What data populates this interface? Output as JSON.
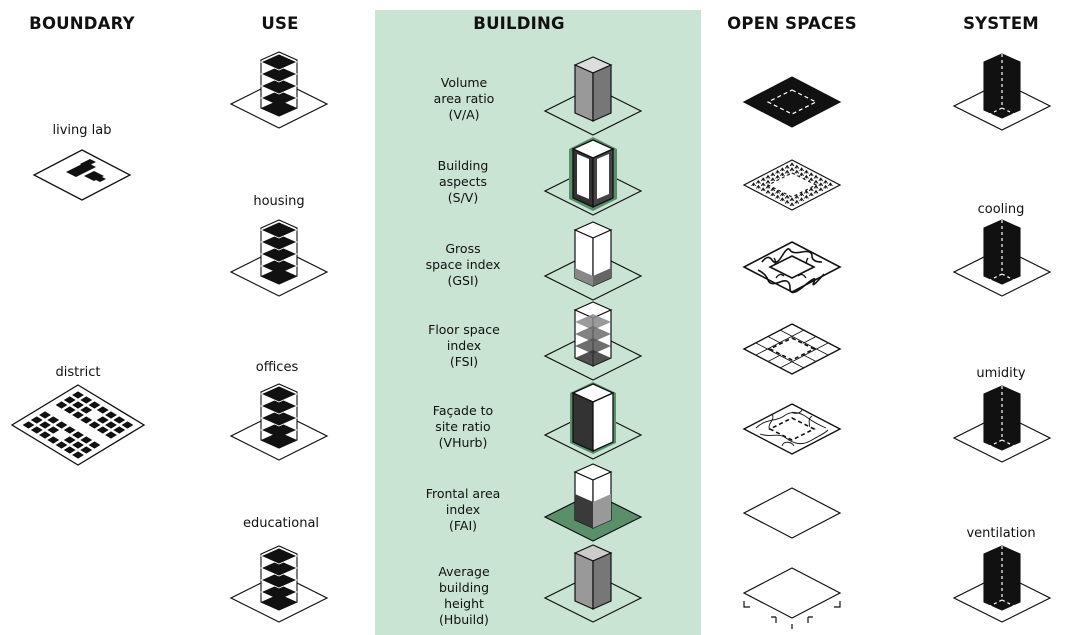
{
  "columns": {
    "boundary": {
      "header": "BOUNDARY",
      "items": [
        {
          "label": "living lab",
          "icon": "living-lab-plot-icon"
        },
        {
          "label": "district",
          "icon": "district-grid-icon"
        }
      ]
    },
    "use": {
      "header": "USE",
      "items": [
        {
          "label": "",
          "icon": "stacked-floors-icon"
        },
        {
          "label": "housing",
          "icon": "stacked-floors-icon"
        },
        {
          "label": "offices",
          "icon": "stacked-floors-icon"
        },
        {
          "label": "educational",
          "icon": "stacked-floors-icon"
        }
      ]
    },
    "building": {
      "header": "BUILDING",
      "background": "#c9e4d2",
      "items": [
        {
          "lines": [
            "Volume",
            "area ratio",
            "(V/A)"
          ],
          "icon": "grey-volume-icon"
        },
        {
          "lines": [
            "Building",
            "aspects",
            "(S/V)"
          ],
          "icon": "building-aspects-icon"
        },
        {
          "lines": [
            "Gross",
            "space index",
            "(GSI)"
          ],
          "icon": "gross-space-icon"
        },
        {
          "lines": [
            "Floor space",
            "index",
            "(FSI)"
          ],
          "icon": "floor-space-icon"
        },
        {
          "lines": [
            "Façade to",
            "site ratio",
            "(VHurb)"
          ],
          "icon": "facade-ratio-icon"
        },
        {
          "lines": [
            "Frontal area",
            "index",
            "(FAI)"
          ],
          "icon": "frontal-area-icon"
        },
        {
          "lines": [
            "Average",
            "building",
            "height",
            "(Hbuild)"
          ],
          "icon": "average-height-icon"
        }
      ]
    },
    "open_spaces": {
      "header": "OPEN SPACES",
      "items": [
        {
          "icon": "black-plane-icon"
        },
        {
          "icon": "vegetation-plane-icon"
        },
        {
          "icon": "curly-plane-icon"
        },
        {
          "icon": "grid-plane-icon"
        },
        {
          "icon": "contour-plane-icon"
        },
        {
          "icon": "empty-plane-icon"
        },
        {
          "icon": "corner-marks-plane-icon"
        }
      ]
    },
    "system": {
      "header": "SYSTEM",
      "items": [
        {
          "label": "",
          "icon": "system-prism-icon"
        },
        {
          "label": "cooling",
          "icon": "system-prism-icon"
        },
        {
          "label": "umidity",
          "icon": "system-prism-icon"
        },
        {
          "label": "ventilation",
          "icon": "system-prism-icon"
        }
      ]
    }
  }
}
